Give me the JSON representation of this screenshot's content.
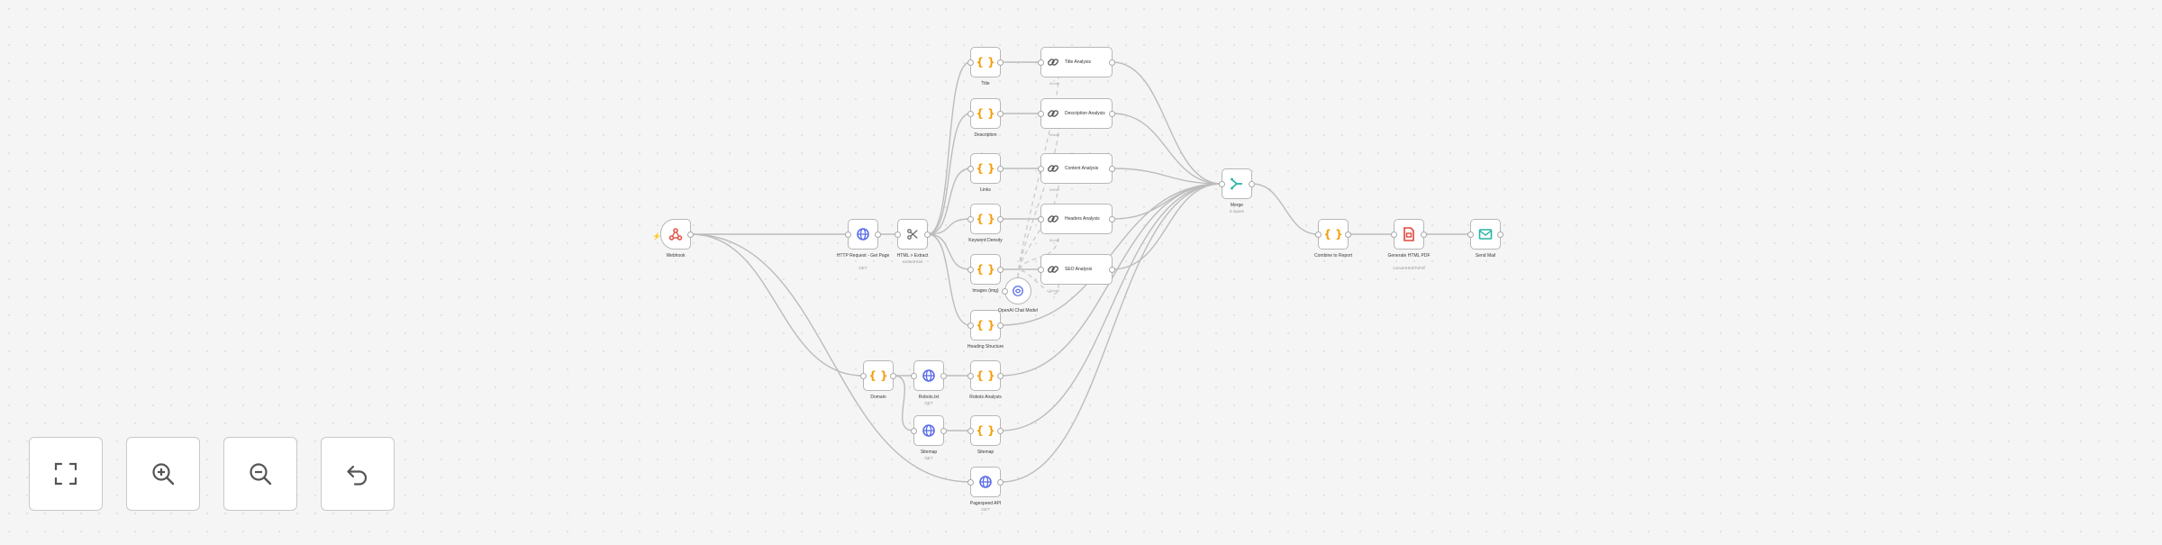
{
  "workflow": {
    "nodes": [
      {
        "id": "webhook",
        "label": "Webhook",
        "sub": "",
        "icon": "webhook-icon",
        "color": "#e2574c",
        "kind": "trigger"
      },
      {
        "id": "http_page",
        "label": "HTTP Request - Get Page",
        "sub": "GET",
        "icon": "globe-icon",
        "color": "#5b6ee8",
        "kind": "sq"
      },
      {
        "id": "extract_html",
        "label": "HTML > Extract",
        "sub": "extractHtml",
        "icon": "scissors-icon",
        "color": "#6b6b6b",
        "kind": "sq"
      },
      {
        "id": "set_title",
        "label": "Title",
        "sub": "",
        "icon": "braces-icon",
        "color": "#f59e0b",
        "kind": "sq"
      },
      {
        "id": "set_description",
        "label": "Description",
        "sub": "",
        "icon": "braces-icon",
        "color": "#f59e0b",
        "kind": "sq"
      },
      {
        "id": "set_links",
        "label": "Links",
        "sub": "",
        "icon": "braces-icon",
        "color": "#f59e0b",
        "kind": "sq"
      },
      {
        "id": "set_keyword",
        "label": "Keyword Density",
        "sub": "",
        "icon": "braces-icon",
        "color": "#f59e0b",
        "kind": "sq"
      },
      {
        "id": "set_images",
        "label": "Images (img)",
        "sub": "",
        "icon": "braces-icon",
        "color": "#f59e0b",
        "kind": "sq"
      },
      {
        "id": "set_heading",
        "label": "Heading Structure",
        "sub": "",
        "icon": "braces-icon",
        "color": "#f59e0b",
        "kind": "sq"
      },
      {
        "id": "title_analysis",
        "label": "Title Analysis",
        "sub": "",
        "icon": "link-icon",
        "color": "#555555",
        "kind": "wide"
      },
      {
        "id": "desc_analysis",
        "label": "Description Analysis",
        "sub": "",
        "icon": "link-icon",
        "color": "#555555",
        "kind": "wide"
      },
      {
        "id": "content_analysis",
        "label": "Content Analysis",
        "sub": "",
        "icon": "link-icon",
        "color": "#555555",
        "kind": "wide"
      },
      {
        "id": "headers_analysis",
        "label": "Headers Analysis",
        "sub": "",
        "icon": "link-icon",
        "color": "#555555",
        "kind": "wide"
      },
      {
        "id": "seo_analysis",
        "label": "SEO Analysis",
        "sub": "",
        "icon": "link-icon",
        "color": "#555555",
        "kind": "wide"
      },
      {
        "id": "openai_model",
        "label": "OpenAI Chat Model",
        "sub": "",
        "icon": "openai-icon",
        "color": "#5b6ee8",
        "kind": "round"
      },
      {
        "id": "set_domain",
        "label": "Domain",
        "sub": "",
        "icon": "braces-icon",
        "color": "#f59e0b",
        "kind": "sq"
      },
      {
        "id": "robots_txt",
        "label": "Robots.txt",
        "sub": "GET",
        "icon": "globe-icon",
        "color": "#5b6ee8",
        "kind": "sq"
      },
      {
        "id": "sitemap",
        "label": "Sitemap",
        "sub": "GET",
        "icon": "globe-icon",
        "color": "#5b6ee8",
        "kind": "sq"
      },
      {
        "id": "robots_analysis",
        "label": "Robots Analysis",
        "sub": "",
        "icon": "braces-icon",
        "color": "#f59e0b",
        "kind": "sq"
      },
      {
        "id": "sitemap_set",
        "label": "Sitemap",
        "sub": "",
        "icon": "braces-icon",
        "color": "#f59e0b",
        "kind": "sq"
      },
      {
        "id": "pagespeed",
        "label": "Pagespeed API",
        "sub": "GET",
        "icon": "globe-icon",
        "color": "#5b6ee8",
        "kind": "sq"
      },
      {
        "id": "merge",
        "label": "Merge",
        "sub": "5 inputs",
        "icon": "merge-icon",
        "color": "#26b3a4",
        "kind": "sq"
      },
      {
        "id": "combine_report",
        "label": "Combine to Report",
        "sub": "",
        "icon": "braces-icon",
        "color": "#f59e0b",
        "kind": "sq"
      },
      {
        "id": "generate_pdf",
        "label": "Generate HTML PDF",
        "sub": "convertHtmlToPdf",
        "icon": "pdf-icon",
        "color": "#e0463a",
        "kind": "sq"
      },
      {
        "id": "send_mail",
        "label": "Send Mail",
        "sub": "",
        "icon": "envelope-icon",
        "color": "#26b3a4",
        "kind": "sq"
      }
    ],
    "model_plug_label": "Model"
  },
  "controls": [
    {
      "name": "fit-view-button",
      "icon": "fit-view-icon",
      "title": "Fit view"
    },
    {
      "name": "zoom-in-button",
      "icon": "zoom-in-icon",
      "title": "Zoom in"
    },
    {
      "name": "zoom-out-button",
      "icon": "zoom-out-icon",
      "title": "Zoom out"
    },
    {
      "name": "undo-button",
      "icon": "undo-icon",
      "title": "Undo"
    }
  ]
}
